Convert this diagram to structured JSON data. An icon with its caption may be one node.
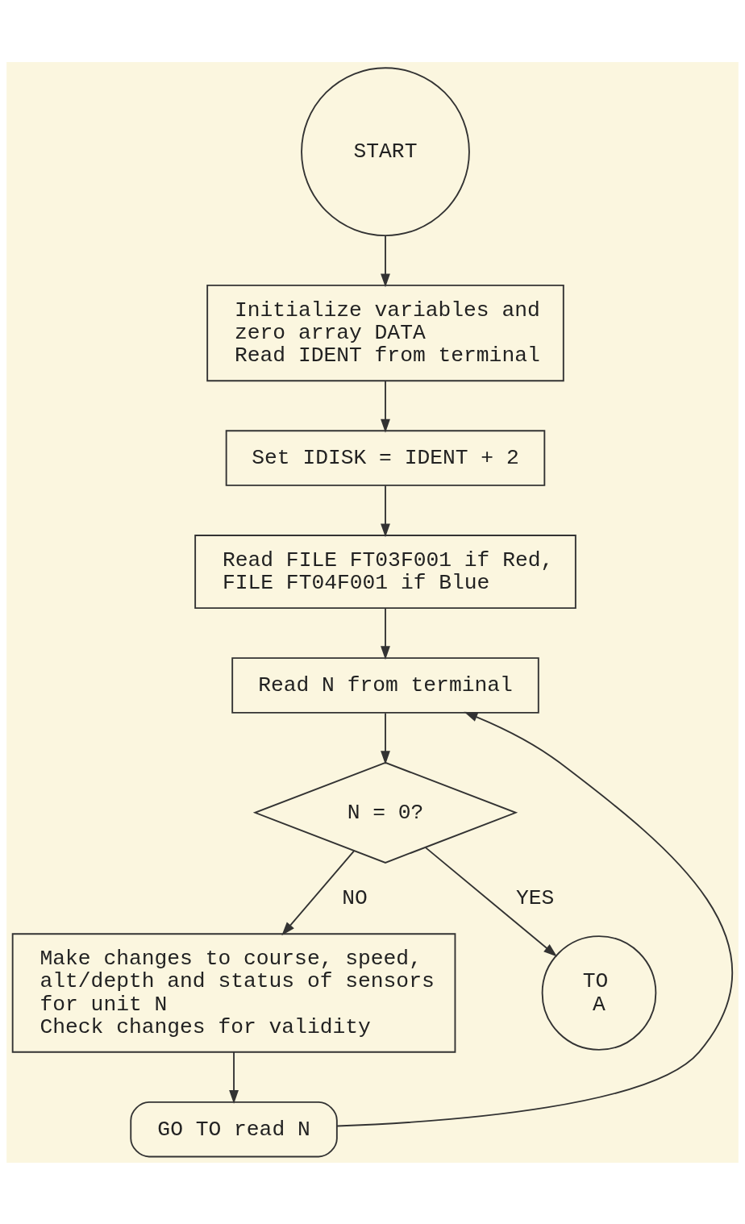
{
  "diagram": {
    "nodes": [
      {
        "text": [
          "START"
        ]
      },
      {
        "text": [
          "Initialize variables and zero array DATA",
          "Read IDENT from terminal"
        ]
      },
      {
        "text": [
          "Set IDISK = IDENT + 2"
        ]
      },
      {
        "text": [
          "Read FILE FT03F001 if Red, FILE FT04F001 if Blue"
        ]
      },
      {
        "text": [
          "Read N from terminal"
        ]
      },
      {
        "text": [
          "N = 0?"
        ]
      },
      {
        "text": [
          "Make changes to course, speed, alt/depth and status of sensors for unit N",
          "Check changes for validity"
        ]
      },
      {
        "text": [
          "GO TO read N"
        ]
      },
      {
        "text": [
          "TO A"
        ]
      }
    ],
    "edges": [
      {
        "from": 0,
        "to": 1,
        "arrow": "to"
      },
      {
        "from": 1,
        "to": 2,
        "arrow": "to"
      },
      {
        "from": 2,
        "to": 3,
        "arrow": "to"
      },
      {
        "from": 3,
        "to": 4,
        "arrow": "to"
      },
      {
        "from": 4,
        "to": 5,
        "arrow": "to"
      },
      {
        "from": 5,
        "to": 8,
        "arrow": "to",
        "label": "YES"
      },
      {
        "from": 5,
        "to": 6,
        "arrow": "to",
        "label": "NO"
      },
      {
        "from": 6,
        "to": 7,
        "arrow": "to"
      },
      {
        "from": 7,
        "to": 4,
        "arrow": "to"
      }
    ]
  }
}
